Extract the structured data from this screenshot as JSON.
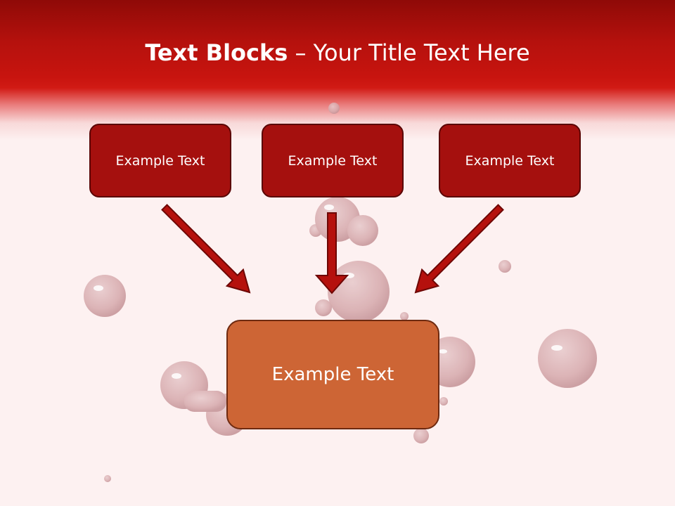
{
  "slide": {
    "title_bold": "Text Blocks",
    "title_dash": " – ",
    "title_rest": "Your Title Text Here"
  },
  "blocks": [
    {
      "text": "Example Text"
    },
    {
      "text": "Example Text"
    },
    {
      "text": "Example Text"
    }
  ],
  "target": {
    "text": "Example Text"
  },
  "colors": {
    "header_red": "#c8140f",
    "block_red": "#a5100e",
    "target_orange": "#cd6535",
    "background": "#fdf1f1"
  }
}
